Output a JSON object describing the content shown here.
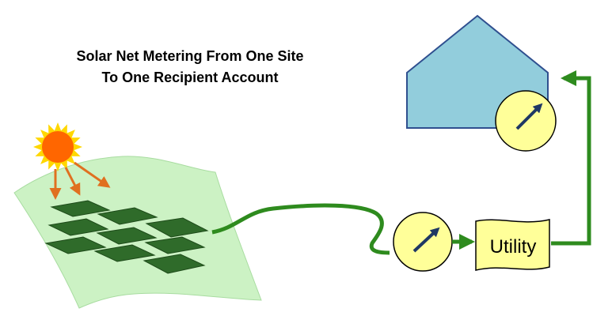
{
  "title": {
    "line1": "Solar Net Metering From One Site",
    "line2": "To One Recipient Account"
  },
  "utility": {
    "label": "Utility"
  },
  "colors": {
    "house_fill": "#92CDDC",
    "house_stroke": "#2F4F8F",
    "meter_fill": "#FFFF99",
    "meter_needle": "#1F3864",
    "utility_fill": "#FFFF99",
    "wire": "#2E8B1E",
    "field": "#CCF2C4",
    "panel": "#2F6B2A",
    "sun": "#FF6600",
    "sun_rays": "#FFD700",
    "sun_arrows": "#E07020"
  },
  "icons": [
    "sun-icon",
    "solar-panel-icon",
    "meter-icon",
    "utility-document-icon",
    "house-icon"
  ]
}
